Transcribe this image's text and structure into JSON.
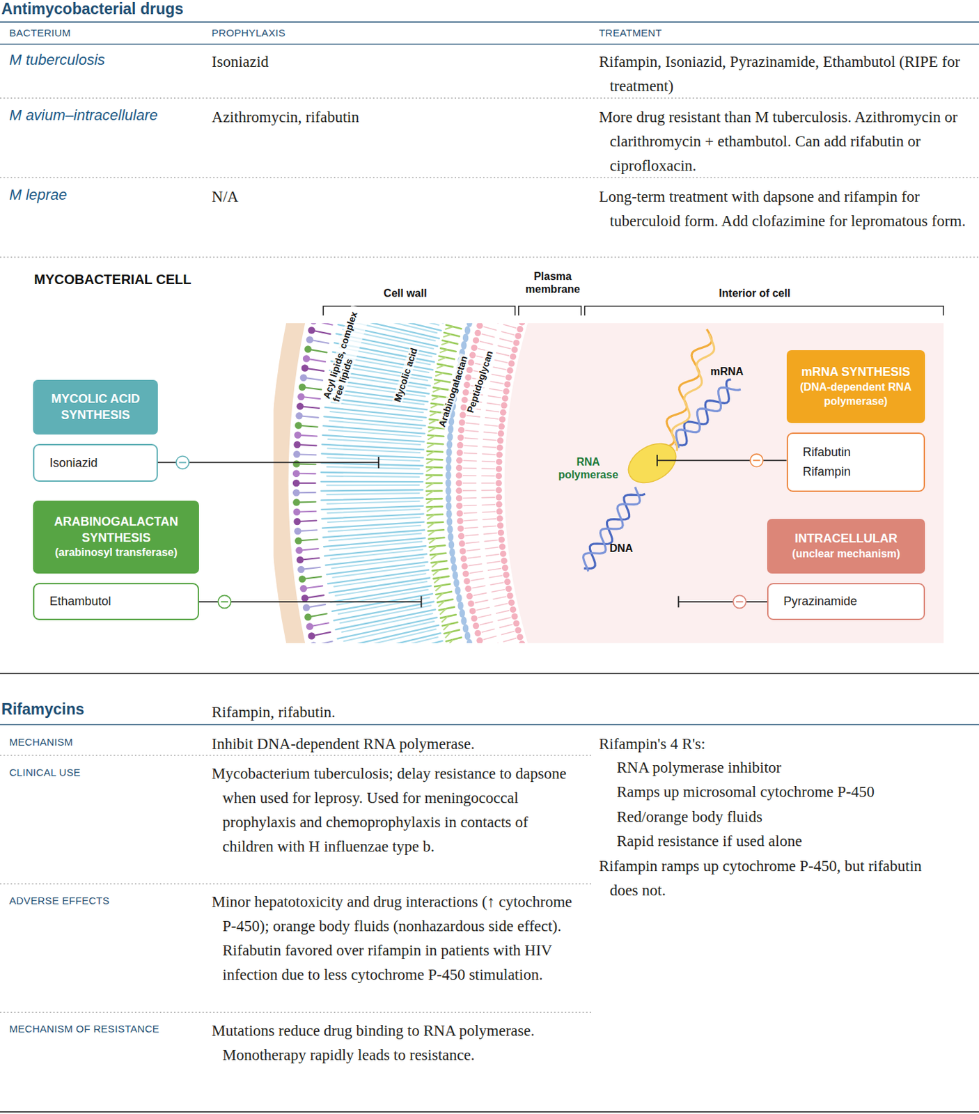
{
  "diagram": {
    "title": "Antimycobacterial drugs",
    "nodes": [
      {
        "text": [
          "MYCOLIC ACID SYNTHESIS"
        ]
      },
      {
        "text": [
          "Isoniazid"
        ]
      },
      {
        "text": [
          "ARABINOGALACTAN SYNTHESIS",
          "(arabinosyl transferase)"
        ]
      },
      {
        "text": [
          "Ethambutol"
        ]
      },
      {
        "text": [
          "mRNA SYNTHESIS",
          "(DNA-dependent RNA polymerase)"
        ]
      },
      {
        "text": [
          "Rifabutin",
          "Rifampin"
        ]
      },
      {
        "text": [
          "INTRACELLULAR",
          "(unclear mechanism)"
        ]
      },
      {
        "text": [
          "Pyrazinamide"
        ]
      }
    ],
    "labels": [
      "BACTERIUM",
      "PROPHYLAXIS",
      "TREATMENT",
      "M tuberculosis",
      "Isoniazid",
      "Rifampin, Isoniazid, Pyrazinamide, Ethambutol (RIPE for treatment)",
      "M avium–intracellulare",
      "Azithromycin, rifabutin",
      "More drug resistant than M tuberculosis. Azithromycin or clarithromycin + ethambutol. Can add rifabutin or ciprofloxacin.",
      "M leprae",
      "N/A",
      "Long-term treatment with dapsone and rifampin for tuberculoid form. Add clofazimine for lepromatous form.",
      "MYCOBACTERIAL CELL",
      "Cell wall",
      "Plasma membrane",
      "Interior of cell",
      "Acyl lipids, complex free lipids",
      "Mycolic acid",
      "Arabinogalactan",
      "Peptidoglycan",
      "mRNA",
      "RNA polymerase",
      "DNA",
      "Rifamycins",
      "Rifampin, rifabutin.",
      "MECHANISM",
      "Inhibit DNA-dependent RNA polymerase.",
      "CLINICAL USE",
      "Mycobacterium tuberculosis; delay resistance to dapsone when used for leprosy. Used for meningococcal prophylaxis and chemoprophylaxis in contacts of children with H influenzae type b.",
      "ADVERSE EFFECTS",
      "Minor hepatotoxicity and drug interactions (↑ cytochrome P-450); orange body fluids (nonhazardous side effect). Rifabutin favored over rifampin in patients with HIV infection due to less cytochrome P-450 stimulation.",
      "MECHANISM OF RESISTANCE",
      "Mutations reduce drug binding to RNA polymerase. Monotherapy rapidly leads to resistance.",
      "Rifampin's 4 R's:",
      "RNA polymerase inhibitor",
      "Ramps up microsomal cytochrome P-450",
      "Red/orange body fluids",
      "Rapid resistance if used alone",
      "Rifampin ramps up cytochrome P-450, but rifabutin does not."
    ]
  }
}
